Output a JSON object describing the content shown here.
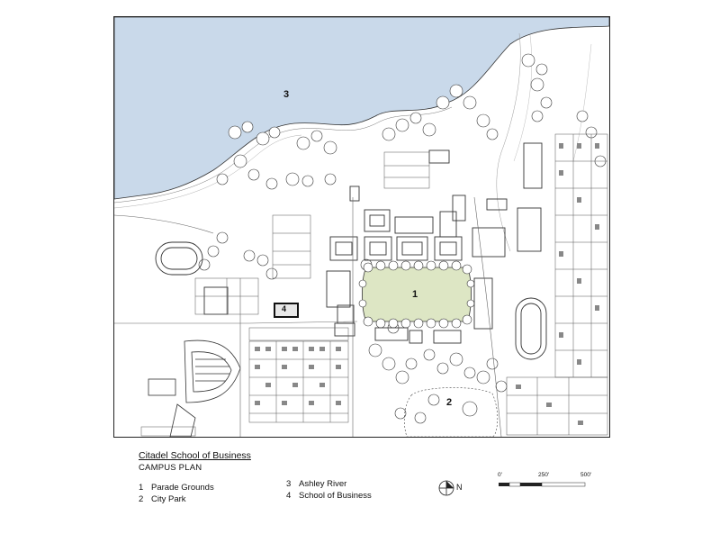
{
  "map": {
    "labels": {
      "parade_grounds": "1",
      "city_park": "2",
      "ashley_river": "3",
      "school_of_business": "4"
    },
    "colors": {
      "water": "#c9d9ea",
      "parade_grounds": "#dde6c4",
      "outline": "#333333"
    }
  },
  "legend": {
    "title": "Citadel School of Business",
    "subtitle": "CAMPUS PLAN",
    "items": [
      {
        "num": "1",
        "label": "Parade Grounds"
      },
      {
        "num": "2",
        "label": "City Park"
      },
      {
        "num": "3",
        "label": "Ashley River"
      },
      {
        "num": "4",
        "label": "School of Business"
      }
    ]
  },
  "north_arrow": {
    "label": "N",
    "icon": "north-arrow-icon"
  },
  "scale": {
    "labels": [
      "0'",
      "250'",
      "500'"
    ]
  }
}
